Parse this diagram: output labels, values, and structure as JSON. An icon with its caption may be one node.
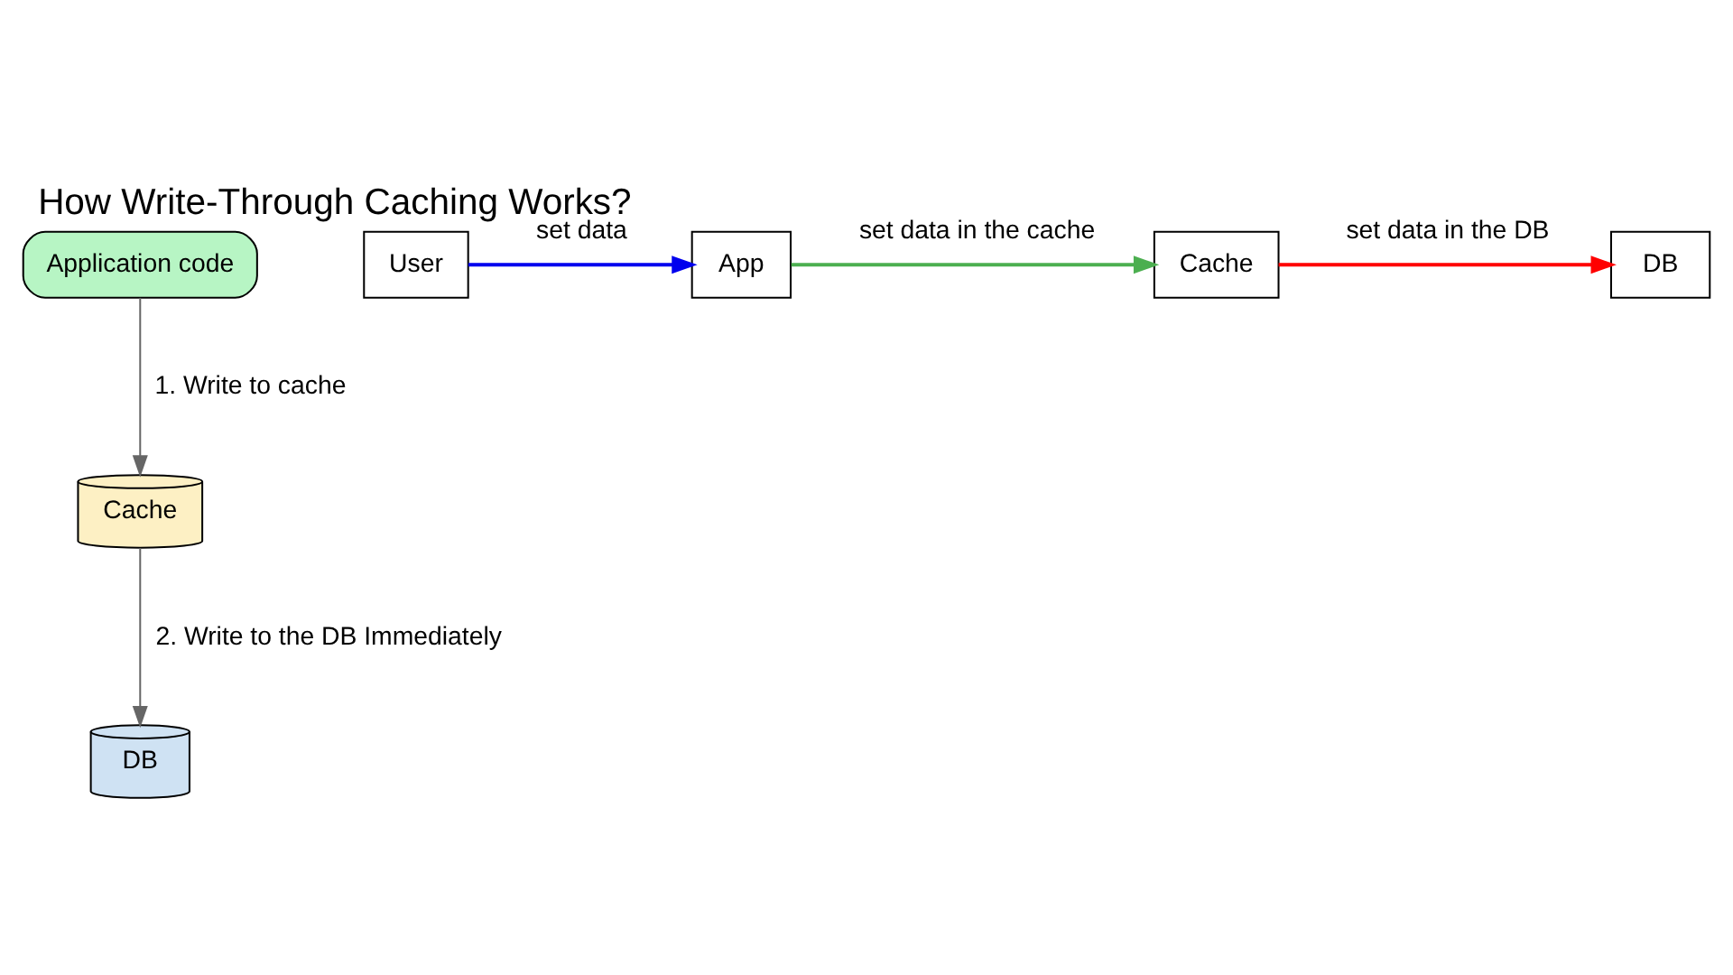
{
  "diagram": {
    "title": "How Write-Through Caching Works?",
    "nodes": [
      {
        "text": [
          "Application code"
        ]
      },
      {
        "text": [
          "Cache"
        ]
      },
      {
        "text": [
          "DB"
        ]
      },
      {
        "text": [
          "User"
        ]
      },
      {
        "text": [
          "App"
        ]
      },
      {
        "text": [
          "Cache"
        ]
      },
      {
        "text": [
          "DB"
        ]
      }
    ],
    "edges": [
      {
        "from": 0,
        "to": 1,
        "arrow": "to",
        "label": "1. Write to cache"
      },
      {
        "from": 1,
        "to": 2,
        "arrow": "to",
        "label": "2. Write to the DB Immediately"
      },
      {
        "from": 3,
        "to": 4,
        "arrow": "to",
        "label": "set data",
        "color": "#0000ee"
      },
      {
        "from": 4,
        "to": 5,
        "arrow": "to",
        "label": "set data in the cache",
        "color": "#4caf50"
      },
      {
        "from": 5,
        "to": 6,
        "arrow": "to",
        "label": "set data in the DB",
        "color": "#ff0000"
      }
    ]
  }
}
